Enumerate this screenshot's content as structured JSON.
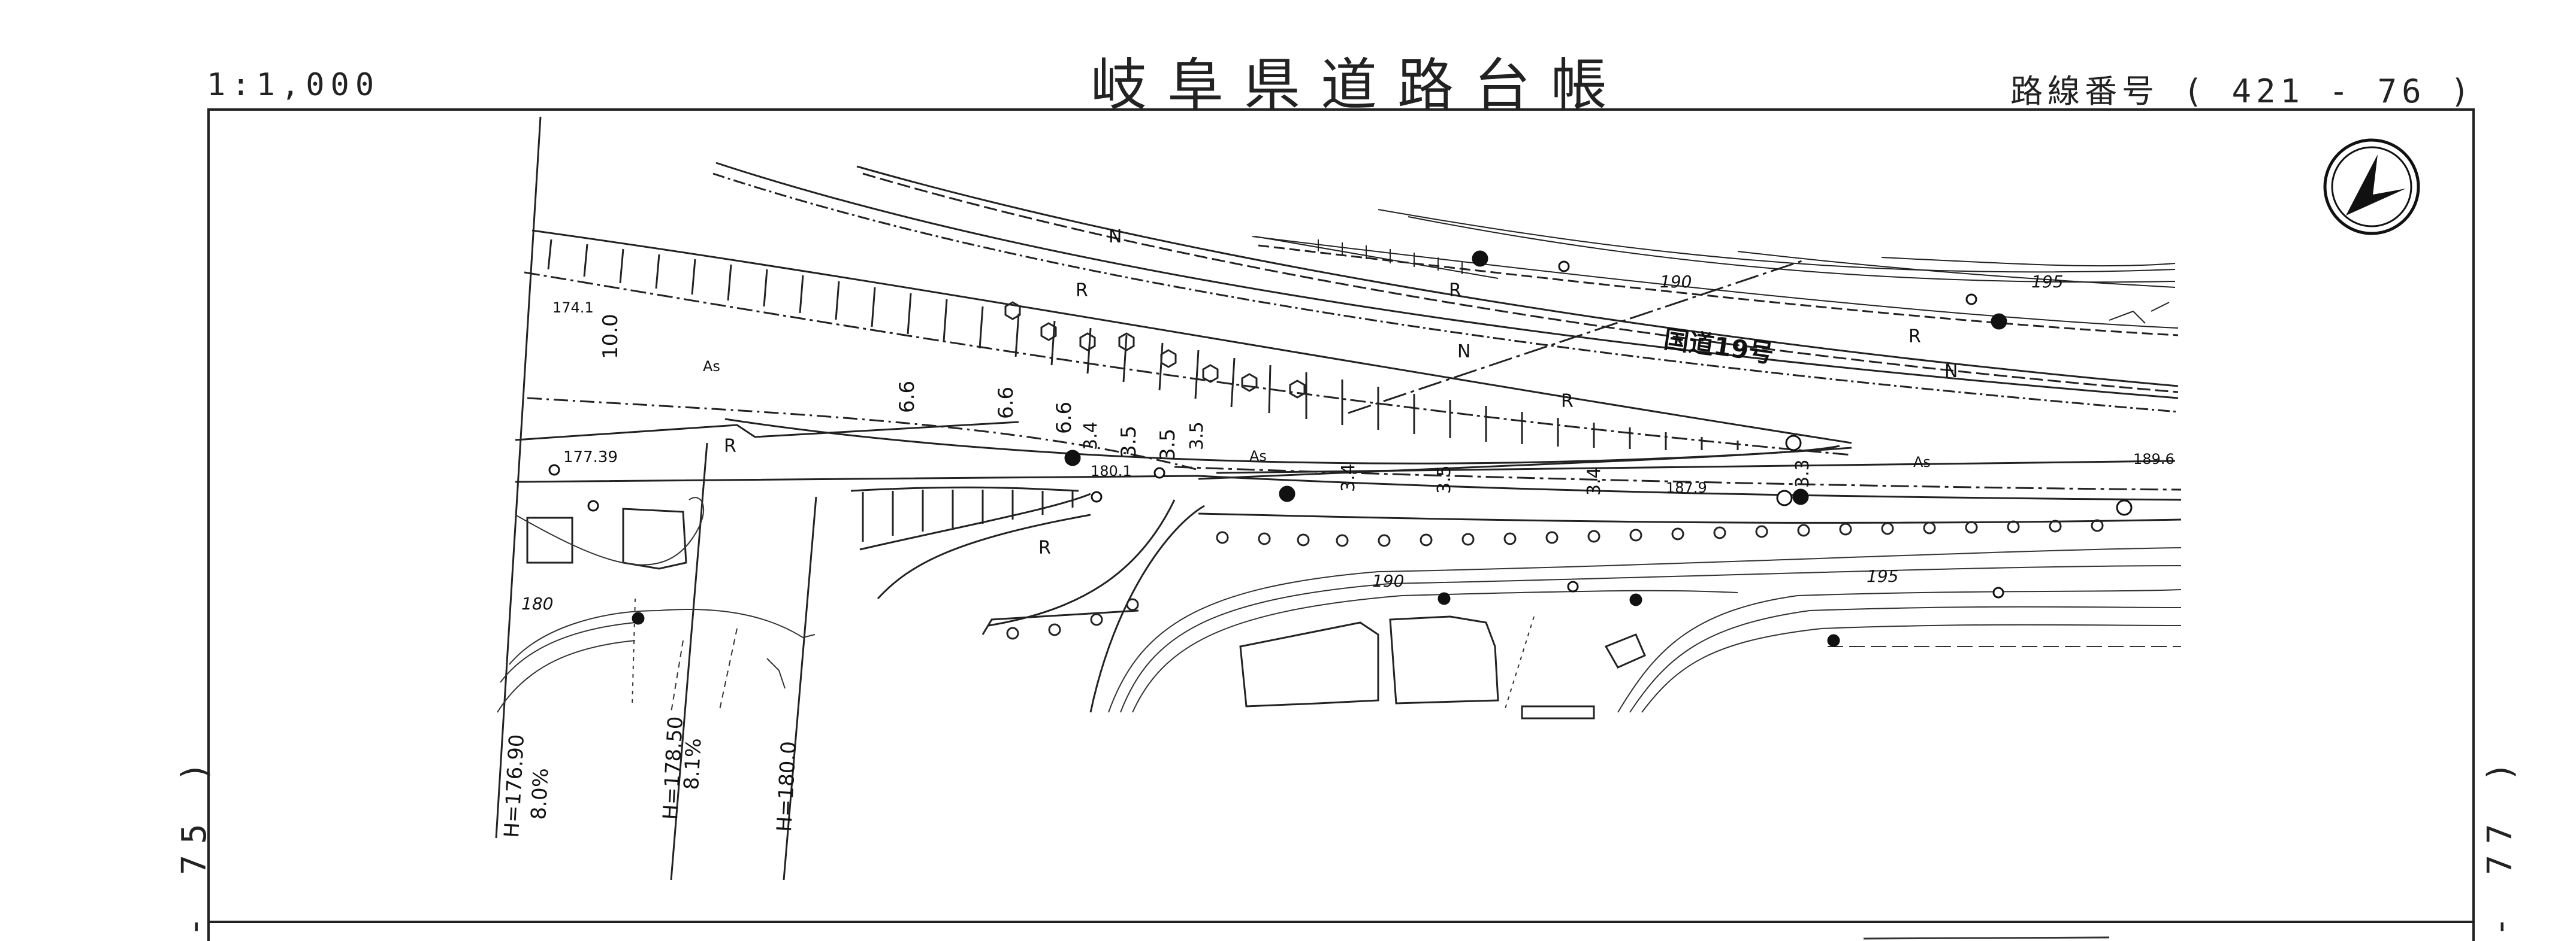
{
  "header": {
    "scale": "1:1,000",
    "title": "岐阜県道路台帳",
    "route_number": "路線番号 ( 421 - 76 )"
  },
  "page_refs": {
    "previous": "- 75 )",
    "next": "- 77 )"
  },
  "map": {
    "road_name": "国道19号",
    "north_arrow": "north-arrow-icon",
    "zone_labels": {
      "n1": "N",
      "n2": "N",
      "n3": "N",
      "r1": "R",
      "r2": "R",
      "r3": "R",
      "r4": "R",
      "r5": "R",
      "r6": "R",
      "as1": "As",
      "as2": "As",
      "as3": "As"
    },
    "spot_heights": {
      "h1": "174.1",
      "h2": "177.39",
      "h3": "180.1",
      "h4": "187.9",
      "h5": "189.6"
    },
    "contours": {
      "c1": "190",
      "c2": "195",
      "c3": "180",
      "c4": "190",
      "c5": "195"
    },
    "widths": {
      "w1": "10.0",
      "w2": "6.6",
      "w3": "6.6",
      "w4": "6.6",
      "w5": "3.4",
      "w6": "3.5",
      "w7": "3.5",
      "w8": "3.5",
      "w9": "3.4",
      "w10": "3.5",
      "w11": "3.4",
      "w12": "3.3"
    },
    "grades": {
      "g1": "H=176.90",
      "g1p": "8.0%",
      "g2": "H=178.50",
      "g2p": "8.1%",
      "g3": "H=180.0"
    }
  }
}
